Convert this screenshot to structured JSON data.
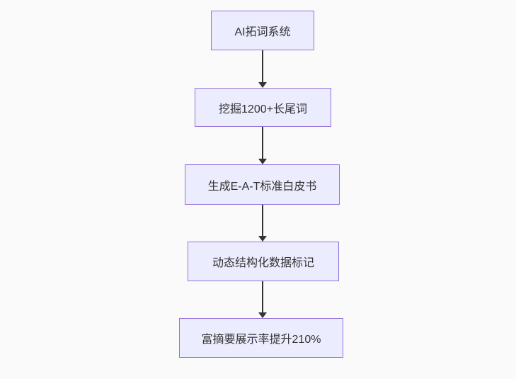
{
  "diagram": {
    "type": "flowchart",
    "direction": "top-down",
    "nodes": [
      {
        "id": "n1",
        "label": "AI拓词系统"
      },
      {
        "id": "n2",
        "label": "挖掘1200+长尾词"
      },
      {
        "id": "n3",
        "label": "生成E-A-T标准白皮书"
      },
      {
        "id": "n4",
        "label": "动态结构化数据标记"
      },
      {
        "id": "n5",
        "label": "富摘要展示率提升210%"
      }
    ],
    "edges": [
      {
        "from": "n1",
        "to": "n2",
        "style": "arrow-down"
      },
      {
        "from": "n2",
        "to": "n3",
        "style": "arrow-down"
      },
      {
        "from": "n3",
        "to": "n4",
        "style": "arrow-down"
      },
      {
        "from": "n4",
        "to": "n5",
        "style": "arrow-down"
      }
    ],
    "colors": {
      "background": "#fafafa",
      "node_fill": "#ECECFF",
      "node_border": "#9370DB",
      "edge": "#333333",
      "text": "#333333"
    }
  }
}
